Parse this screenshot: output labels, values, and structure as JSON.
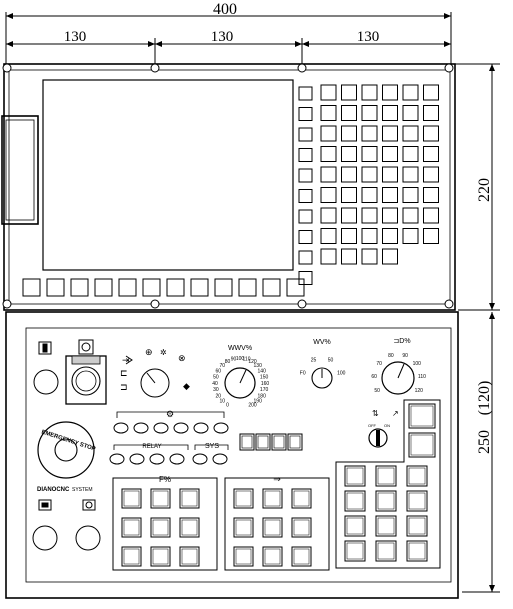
{
  "dimensions": {
    "overall_width": "400",
    "segment_1": "130",
    "segment_2": "130",
    "segment_3": "130",
    "top_panel_height": "220",
    "bottom_panel_height": "250",
    "bottom_panel_height_alt": "(120)"
  },
  "control_panel": {
    "feed_dial_ticks": [
      "0",
      "10",
      "20",
      "30",
      "40",
      "50",
      "60",
      "70",
      "80",
      "90",
      "100",
      "110",
      "120",
      "130",
      "140",
      "150",
      "160",
      "170",
      "180",
      "190",
      "200"
    ],
    "rapid_dial_ticks": [
      "F0",
      "25",
      "50",
      "100"
    ],
    "spindle_dial_ticks": [
      "50",
      "60",
      "70",
      "80",
      "90",
      "100",
      "110",
      "120"
    ],
    "group_label_relay": "RELAY",
    "group_label_sys": "SYS",
    "estop_label": "EMERGENCY STOP",
    "brand_label": "DIANOCNC",
    "brand_sub": "SYSTEM",
    "key_switch_off": "OFF",
    "key_switch_on": "ON"
  }
}
